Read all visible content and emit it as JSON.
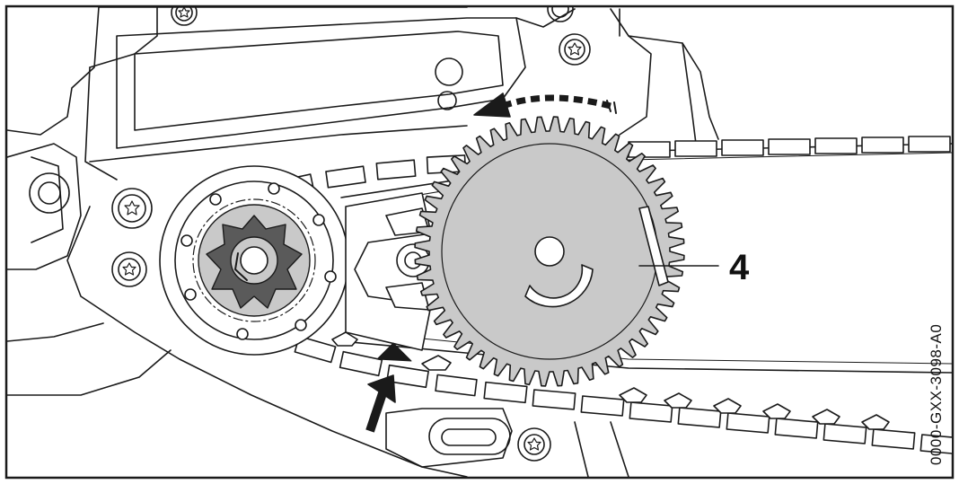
{
  "callout": {
    "label": "4"
  },
  "figure": {
    "ref_code": "0000-GXX-3098-A0"
  },
  "colors": {
    "line": "#1a1a1a",
    "gear_fill": "#c9c9c9",
    "sprocket_fill": "#5a5a5a",
    "background": "#ffffff"
  },
  "icons": {
    "rotation_arrow": "curved-dashed-arrow",
    "direction_arrow": "straight-arrow-up"
  }
}
